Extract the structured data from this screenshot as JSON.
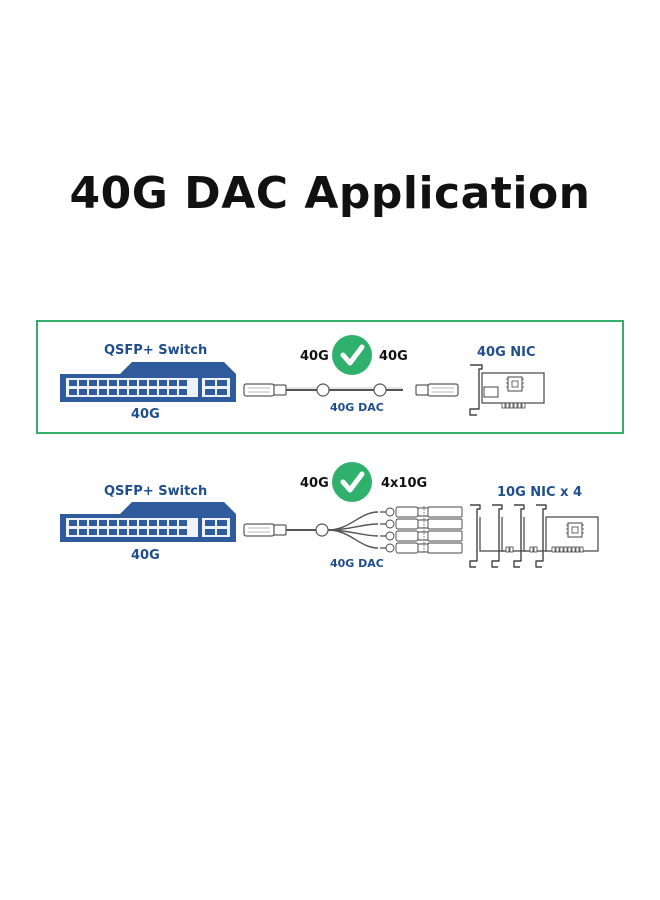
{
  "title": "40G DAC Application",
  "colors": {
    "accent_green": "#2fb16d",
    "frame_green": "#35b06c",
    "switch_blue": "#2f5b9c",
    "label_blue": "#1f4e8c"
  },
  "scenario1": {
    "switch_label": "QSFP+ Switch",
    "switch_speed": "40G",
    "left_speed": "40G",
    "right_speed": "40G",
    "cable_label": "40G DAC",
    "nic_label": "40G NIC",
    "status_icon": "check-icon"
  },
  "scenario2": {
    "switch_label": "QSFP+ Switch",
    "switch_speed": "40G",
    "left_speed": "40G",
    "right_speed": "4x10G",
    "cable_label": "40G DAC",
    "nic_label": "10G NIC x 4",
    "status_icon": "check-icon"
  }
}
